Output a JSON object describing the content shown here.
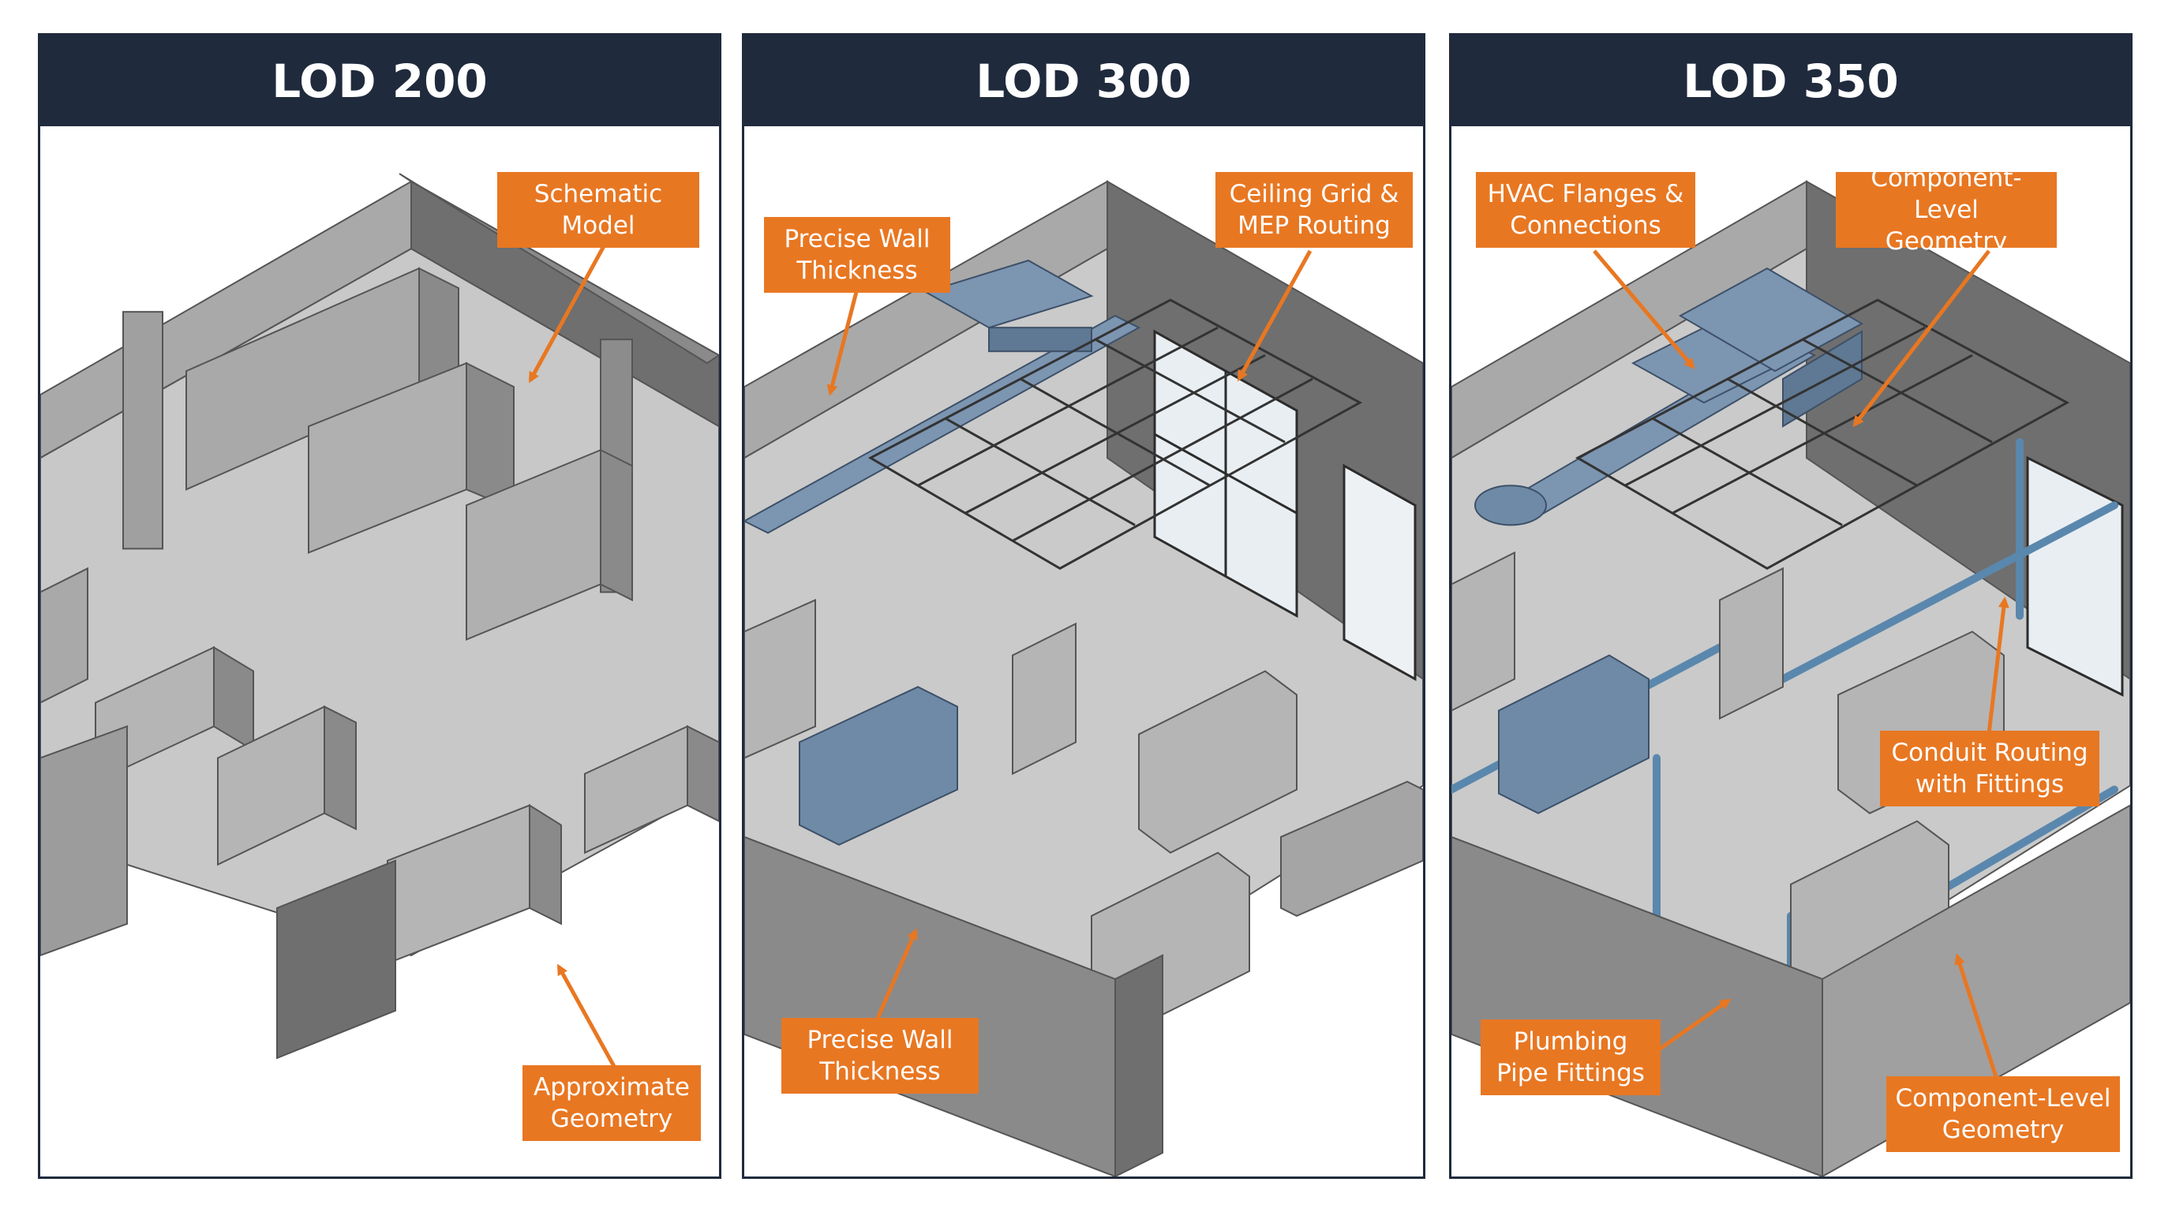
{
  "panels": [
    {
      "title": "LOD 200"
    },
    {
      "title": "LOD 300"
    },
    {
      "title": "LOD 350"
    }
  ],
  "callouts": {
    "lod200_schematic": "Schematic\nModel",
    "lod200_approx": "Approximate\nGeometry",
    "lod300_wall_top": "Precise Wall\nThickness",
    "lod300_ceiling": "Ceiling Grid &\nMEP Routing",
    "lod300_wall_bottom": "Precise Wall\nThickness",
    "lod350_hvac": "HVAC Flanges &\nConnections",
    "lod350_component_top": "Component-Level\nGeometry",
    "lod350_conduit": "Conduit Routing\nwith Fittings",
    "lod350_plumbing": "Plumbing\nPipe Fittings",
    "lod350_component_bottom": "Component-Level\nGeometry"
  },
  "colors": {
    "header": "#1f2a3c",
    "callout": "#e87722",
    "floor": "#c9c9c9",
    "wall_dark": "#6e6e6e",
    "wall_mid": "#a8a8a8",
    "duct": "#6f8aa6",
    "pipe": "#9fc3e0"
  }
}
